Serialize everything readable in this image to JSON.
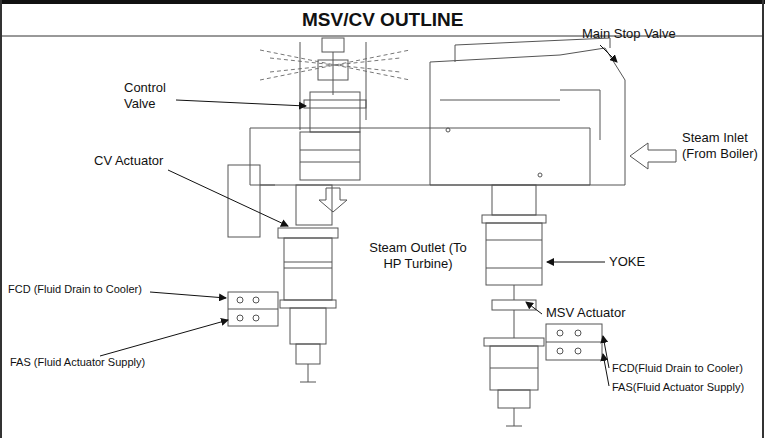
{
  "diagram": {
    "title": "MSV/CV OUTLINE",
    "labels": [
      "Main Stop Valve",
      "Control Valve",
      "Steam Inlet (From Boiler)",
      "CV Actuator",
      "YOKE",
      "FCD (Fluid Drain to Cooler)",
      "Steam Outlet (To HP Turbine)",
      "MSV Actuator",
      "FAS (Fluid Actuator Supply)",
      "FCD(Fluid Drain to Cooler)",
      "FAS(Fluid Actuator Supply)"
    ]
  }
}
